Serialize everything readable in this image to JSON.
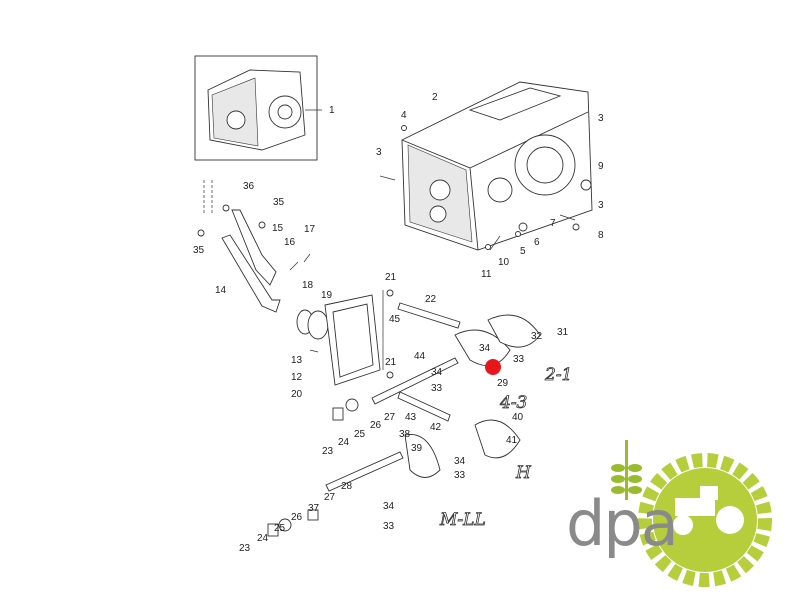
{
  "callouts": [
    "1",
    "2",
    "4",
    "3",
    "3",
    "9",
    "3",
    "7",
    "8",
    "6",
    "5",
    "10",
    "11",
    "36",
    "35",
    "15",
    "35",
    "16",
    "17",
    "14",
    "18",
    "19",
    "21",
    "22",
    "45",
    "13",
    "12",
    "21",
    "44",
    "34",
    "33",
    "34",
    "32",
    "31",
    "33",
    "29",
    "20",
    "27",
    "43",
    "42",
    "26",
    "25",
    "24",
    "23",
    "40",
    "41",
    "38",
    "39",
    "34",
    "33",
    "28",
    "27",
    "37",
    "26",
    "25",
    "24",
    "23",
    "34",
    "33"
  ],
  "range_marks": [
    "2-1",
    "4-3",
    "H",
    "M-LL"
  ],
  "highlight_color": "#e8151b",
  "logo": {
    "text": "dpa",
    "gear_color": "#b6ce3c",
    "wheat_color": "#9bbb2e"
  }
}
